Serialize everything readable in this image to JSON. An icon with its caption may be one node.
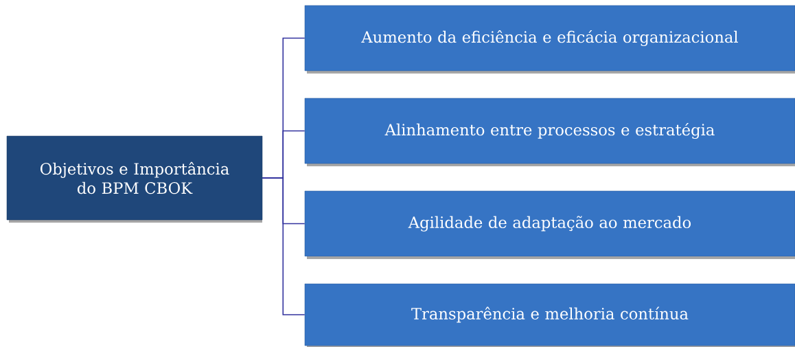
{
  "diagram": {
    "nodes": [
      {
        "text": [
          "Objetivos e Importância do BPM CBOK"
        ]
      },
      {
        "text": [
          "Aumento da eficiência e eficácia organizacional"
        ]
      },
      {
        "text": [
          "Alinhamento entre processos e estratégia"
        ]
      },
      {
        "text": [
          "Agilidade de adaptação ao mercado"
        ]
      },
      {
        "text": [
          "Transparência e melhoria contínua"
        ]
      }
    ],
    "edges": [
      {
        "from": 0,
        "to": 1,
        "arrow": "none"
      },
      {
        "from": 0,
        "to": 2,
        "arrow": "none"
      },
      {
        "from": 0,
        "to": 3,
        "arrow": "none"
      },
      {
        "from": 0,
        "to": 4,
        "arrow": "none"
      }
    ]
  }
}
